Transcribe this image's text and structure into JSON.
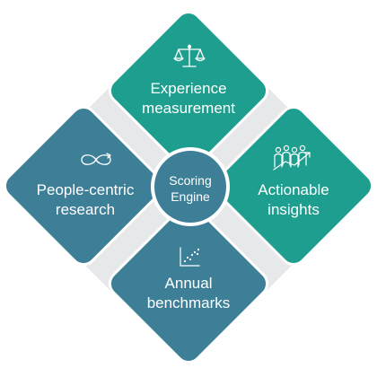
{
  "diagram": {
    "colors": {
      "outer": "#e7e8ea",
      "teal": "#1e9e8e",
      "slate": "#3e7f98",
      "border": "#ffffff",
      "text": "#ffffff"
    },
    "center": {
      "line1": "Scoring",
      "line2": "Engine"
    },
    "quadrants": {
      "top": {
        "line1": "Experience",
        "line2": "measurement",
        "icon": "scales-icon"
      },
      "right": {
        "line1": "Actionable",
        "line2": "insights",
        "icon": "people-growth-icon"
      },
      "bottom": {
        "line1": "Annual",
        "line2": "benchmarks",
        "icon": "scatter-plot-icon"
      },
      "left": {
        "line1": "People-centric",
        "line2": "research",
        "icon": "infinity-cycle-icon"
      }
    }
  }
}
